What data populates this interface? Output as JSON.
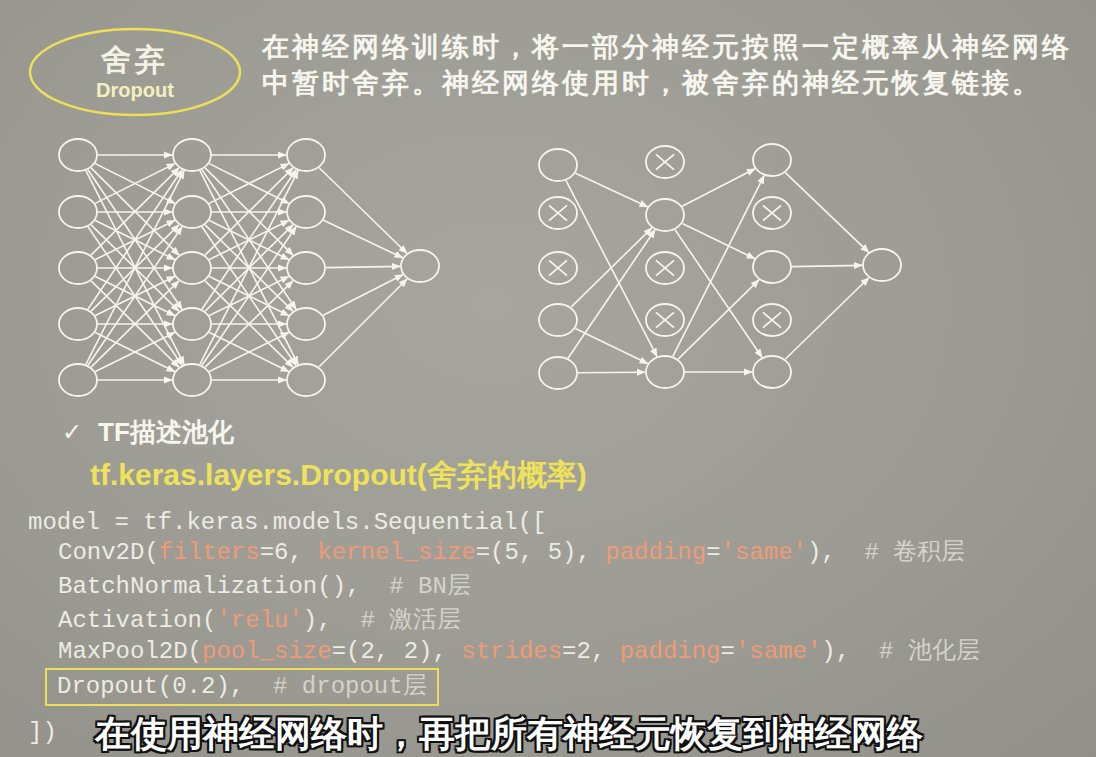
{
  "diagram": {
    "nodes": [
      {
        "text": [
          "舍弃",
          "Dropout"
        ]
      },
      {
        "text": [
          "Dropout(0.2),",
          "# dropout层"
        ]
      }
    ],
    "labels": [
      "在神经网络训练时，将一部分神经元按照一定概率从神经网络中暂时舍弃。神经网络使用时，被舍弃的神经元恢复链接。",
      "✓",
      "TF描述池化",
      "tf.keras.layers.Dropout(舍弃的概率)",
      "model = tf.keras.models.Sequential([",
      "Conv2D(",
      "filters",
      "=6,",
      "kernel_size",
      "=(5, 5),",
      "padding",
      "=",
      "'same'",
      "),",
      "# 卷积层",
      "BatchNormalization(),",
      "# BN层",
      "Activation(",
      "'relu'",
      "),",
      "# 激活层",
      "MaxPool2D(",
      "pool_size",
      "=(2, 2),",
      "strides",
      "=2,",
      "padding",
      "=",
      "'same'",
      "),",
      "# 池化层",
      "])",
      "在使用神经网络时，再把所有神经元恢复到神经网络"
    ]
  }
}
